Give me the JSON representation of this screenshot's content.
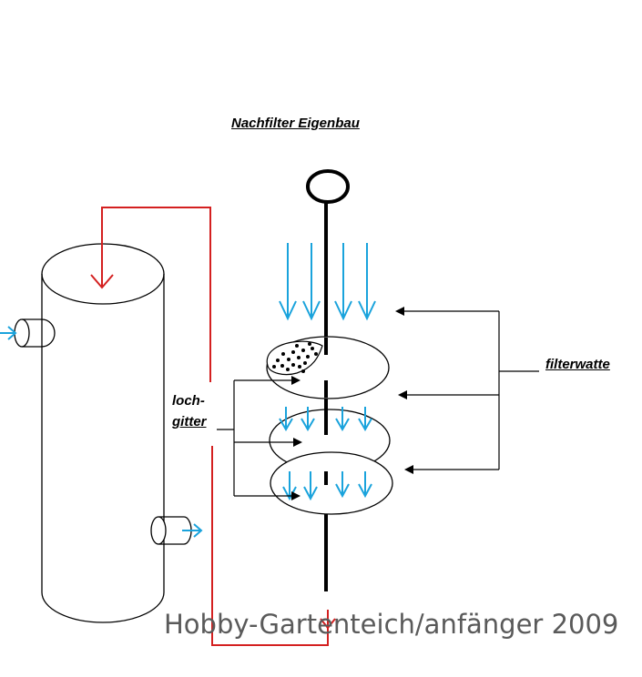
{
  "title": "Nachfilter Eigenbau",
  "labels": {
    "lochgitter_line1": "loch-",
    "lochgitter_line2": "gitter",
    "filterwatte": "filterwatte"
  },
  "watermark": "Hobby-Gartenteich/anfänger 2009",
  "colors": {
    "outline": "#000000",
    "pipe_red": "#d42020",
    "flow_blue": "#1aa3dc",
    "watermark": "#5a5a5a"
  }
}
